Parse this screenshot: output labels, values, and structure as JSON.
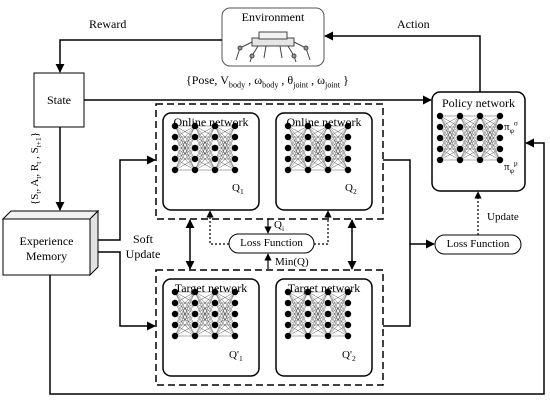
{
  "environment": {
    "title": "Environment"
  },
  "state": {
    "label": "State"
  },
  "memory": {
    "line1": "Experience",
    "line2": "Memory"
  },
  "policy": {
    "title": "Policy network",
    "pi_sigma": "πφσ",
    "pi_mu": "πφμ"
  },
  "critics": {
    "online_title": "Online network",
    "target_title": "Target network",
    "q1": "Q1",
    "q2": "Q2",
    "tq1": "Q'1",
    "tq2": "Q'2"
  },
  "loss": {
    "label": "Loss Function"
  },
  "arrows": {
    "reward": "Reward",
    "action": "Action",
    "update": "Update",
    "soft_update_line1": "Soft",
    "soft_update_line2": "Update",
    "qi": "Qi",
    "minq": "Min(Q)"
  },
  "observation": "{Pose, Vbody , ωbody , θjoint , ωjoint }",
  "transition_tuple": "{St, At, Rt , St+1}"
}
